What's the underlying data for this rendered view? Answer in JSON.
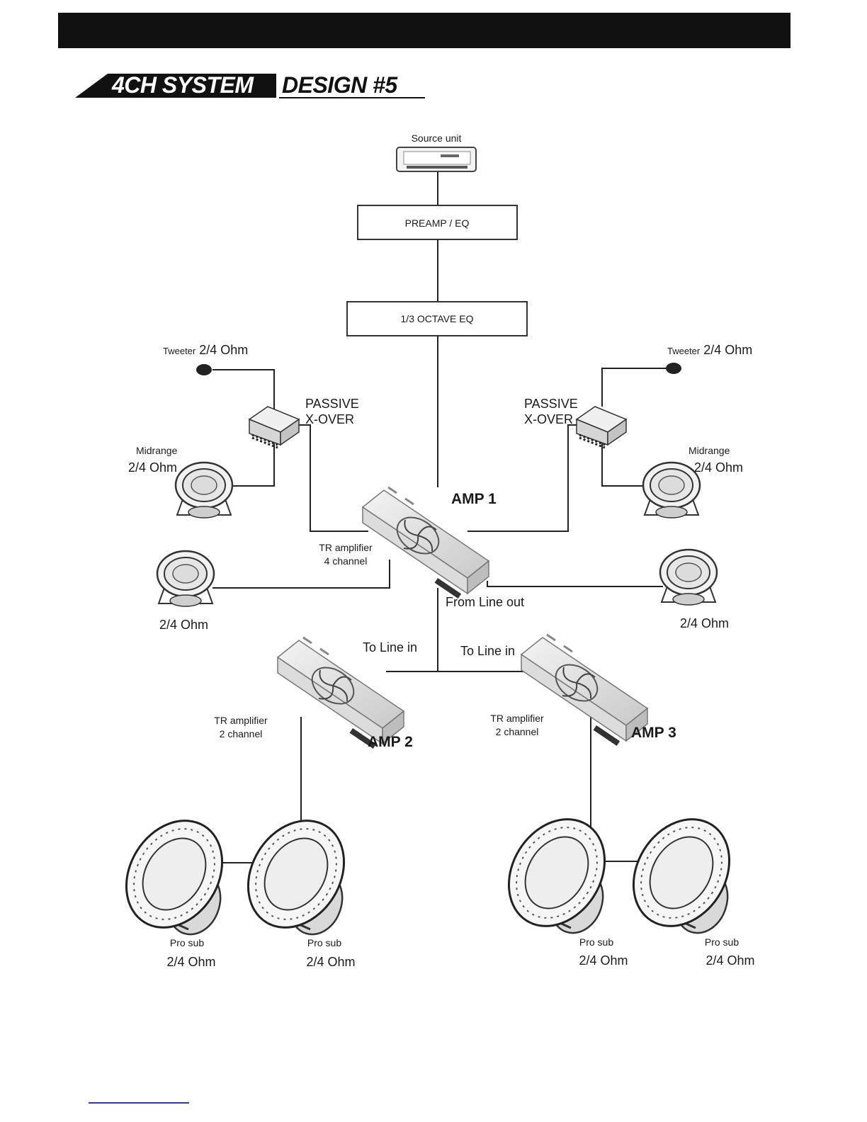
{
  "header": {
    "title_part1": "4CH SYSTEM",
    "title_part2": "DESIGN #5"
  },
  "components": {
    "source_unit": "Source unit",
    "preamp_eq": "PREAMP / EQ",
    "octave_eq": "1/3 OCTAVE  EQ",
    "tweeter_left": {
      "name": "Tweeter",
      "impedance": "2/4 Ohm"
    },
    "tweeter_right": {
      "name": "Tweeter",
      "impedance": "2/4 Ohm"
    },
    "xover_left": {
      "line1": "PASSIVE",
      "line2": "X-OVER"
    },
    "xover_right": {
      "line1": "PASSIVE",
      "line2": "X-OVER"
    },
    "midrange_left": {
      "name": "Midrange",
      "impedance": "2/4 Ohm"
    },
    "midrange_right": {
      "name": "Midrange",
      "impedance": "2/4 Ohm"
    },
    "amp1": {
      "name": "AMP 1",
      "type_line1": "TR amplifier",
      "type_line2": "4 channel"
    },
    "speaker_left": {
      "impedance": "2/4 Ohm"
    },
    "speaker_right": {
      "impedance": "2/4 Ohm"
    },
    "from_line_out": "From Line out",
    "to_line_in_left": "To Line in",
    "to_line_in_right": "To Line in",
    "amp2": {
      "name": "AMP 2",
      "type_line1": "TR amplifier",
      "type_line2": "2 channel"
    },
    "amp3": {
      "name": "AMP 3",
      "type_line1": "TR amplifier",
      "type_line2": "2 channel"
    },
    "subs": [
      {
        "name": "Pro sub",
        "impedance": "2/4 Ohm"
      },
      {
        "name": "Pro sub",
        "impedance": "2/4 Ohm"
      },
      {
        "name": "Pro sub",
        "impedance": "2/4 Ohm"
      },
      {
        "name": "Pro sub",
        "impedance": "2/4 Ohm"
      }
    ]
  }
}
